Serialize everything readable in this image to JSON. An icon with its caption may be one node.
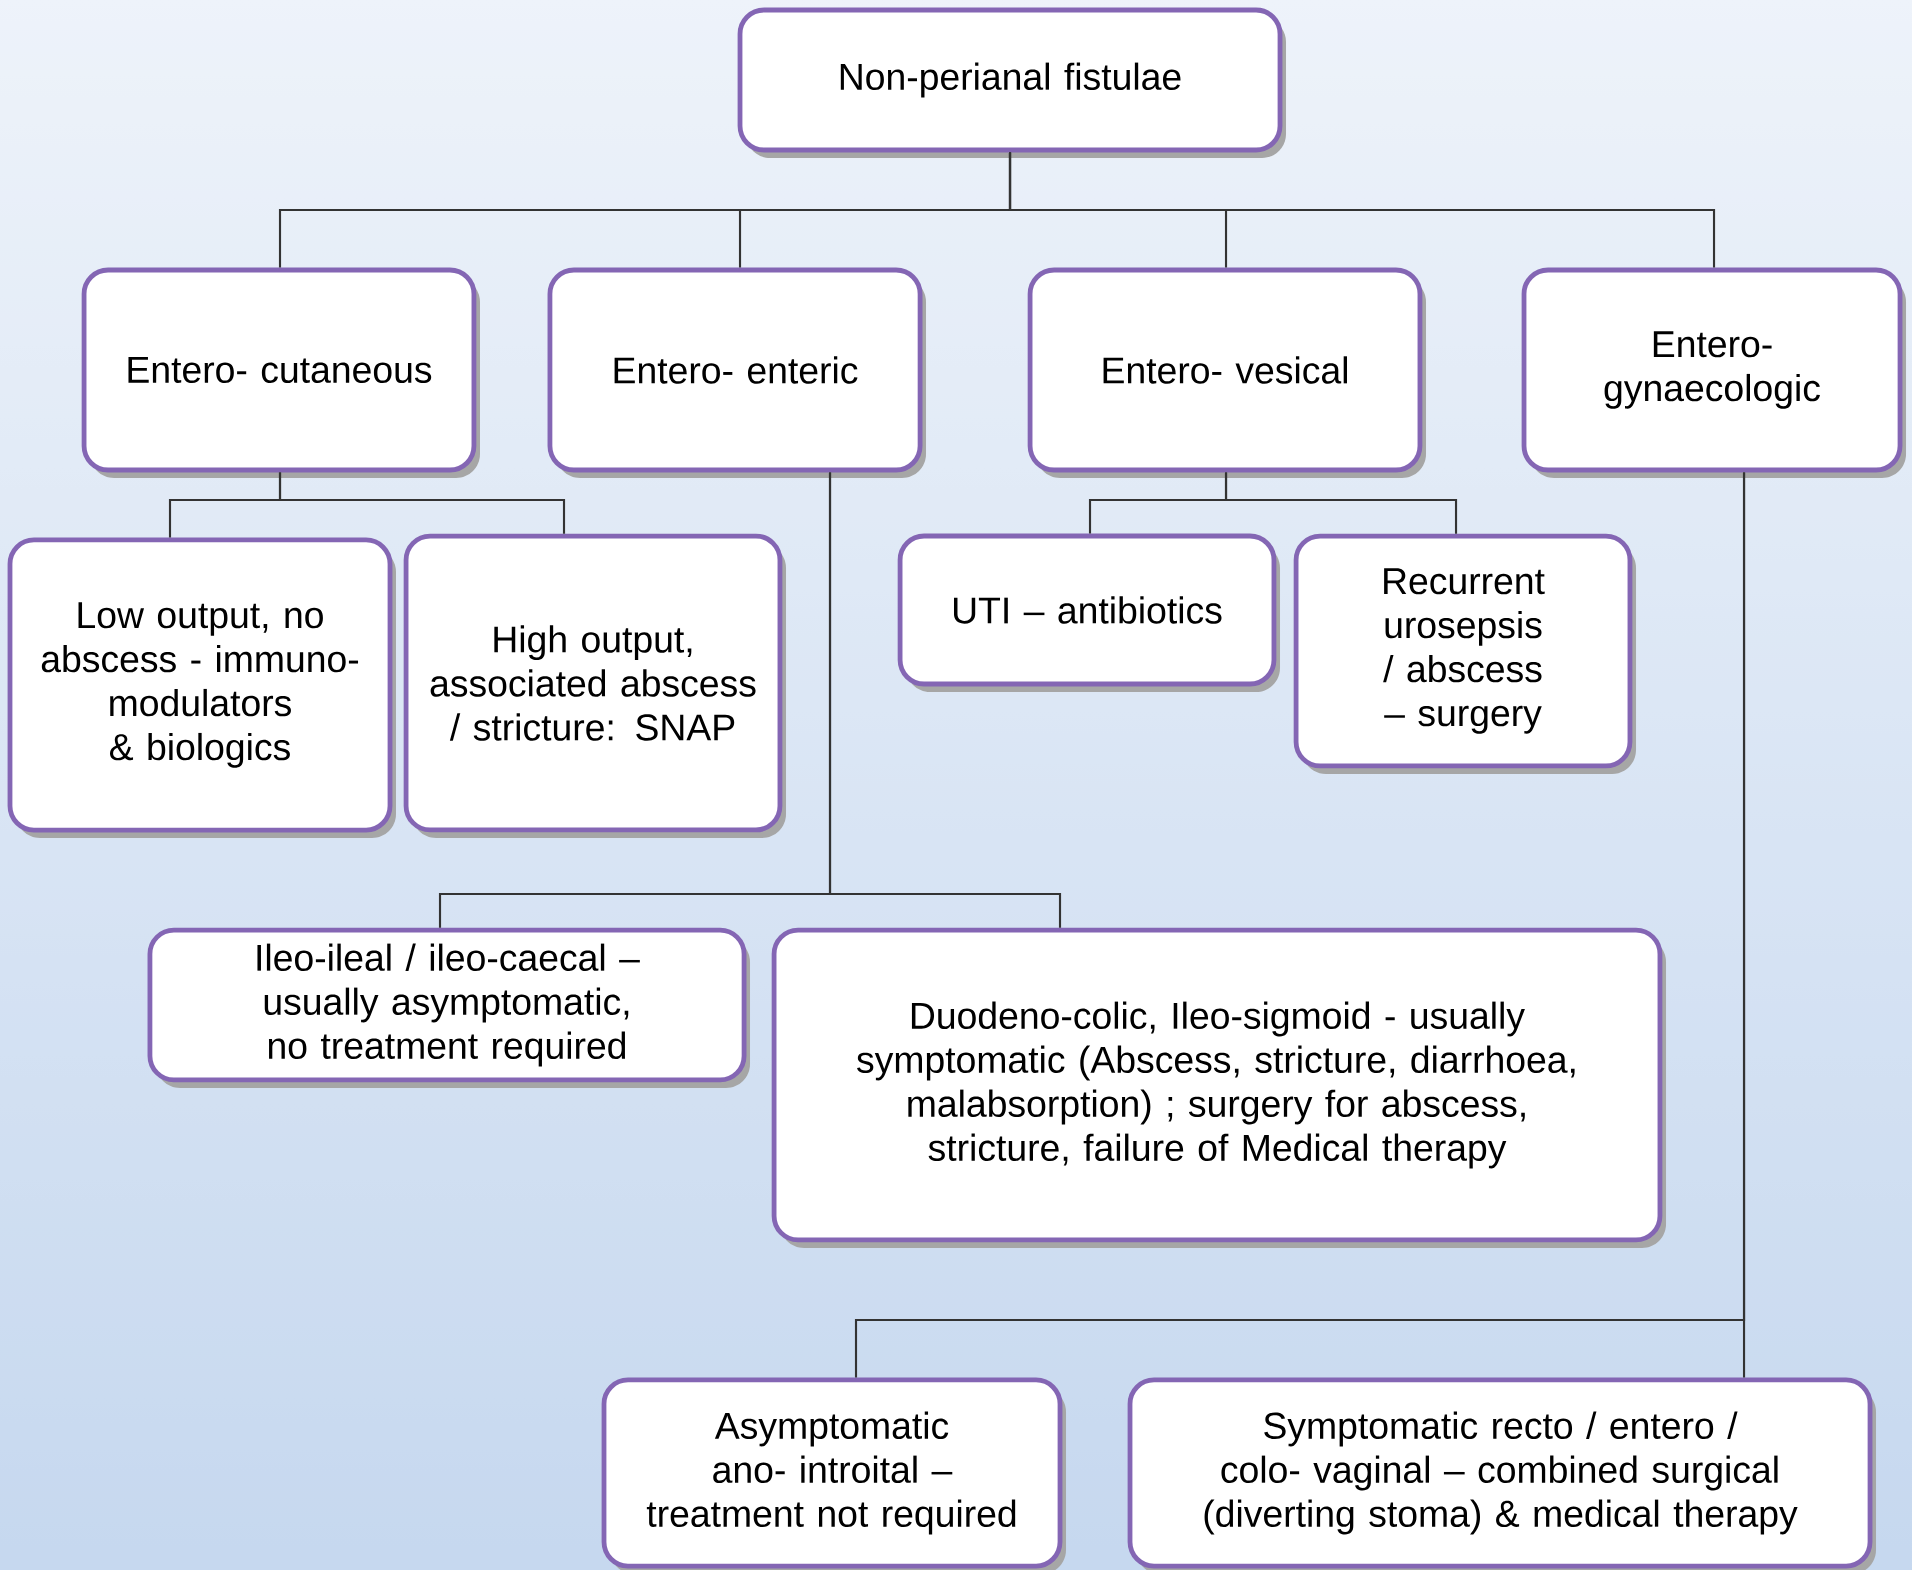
{
  "diagram": {
    "nodes": [
      {
        "text": [
          "Non-perianal fistulae"
        ]
      },
      {
        "text": [
          "Entero- cutaneous"
        ]
      },
      {
        "text": [
          "Entero- enteric"
        ]
      },
      {
        "text": [
          "Entero- vesical"
        ]
      },
      {
        "text": [
          "Entero- gynaecologic"
        ]
      },
      {
        "text": [
          "Low output, no abscess - immuno- modulators & biologics"
        ]
      },
      {
        "text": [
          "High output, associated abscess / stricture: SNAP"
        ]
      },
      {
        "text": [
          "UTI – antibiotics"
        ]
      },
      {
        "text": [
          "Recurrent urosepsis / abscess – surgery"
        ]
      },
      {
        "text": [
          "Ileo-ileal / ileo-caecal – usually asymptomatic, no treatment required"
        ]
      },
      {
        "text": [
          "Duodeno-colic, Ileo-sigmoid - usually symptomatic (Abscess, stricture, diarrhoea, malabsorption) ; surgery for abscess, stricture, failure of Medical therapy"
        ]
      },
      {
        "text": [
          "Asymptomatic ano- introital – treatment not required"
        ]
      },
      {
        "text": [
          "Symptomatic recto / entero / colo- vaginal – combined surgical (diverting stoma) & medical therapy"
        ]
      }
    ],
    "edges": [
      {
        "from": 0,
        "to": 1,
        "arrow": "none"
      },
      {
        "from": 0,
        "to": 2,
        "arrow": "none"
      },
      {
        "from": 0,
        "to": 3,
        "arrow": "none"
      },
      {
        "from": 0,
        "to": 4,
        "arrow": "none"
      },
      {
        "from": 1,
        "to": 5,
        "arrow": "none"
      },
      {
        "from": 1,
        "to": 6,
        "arrow": "none"
      },
      {
        "from": 3,
        "to": 7,
        "arrow": "none"
      },
      {
        "from": 3,
        "to": 8,
        "arrow": "none"
      },
      {
        "from": 2,
        "to": 9,
        "arrow": "none"
      },
      {
        "from": 2,
        "to": 10,
        "arrow": "none"
      },
      {
        "from": 4,
        "to": 11,
        "arrow": "none"
      },
      {
        "from": 4,
        "to": 12,
        "arrow": "none"
      }
    ]
  }
}
